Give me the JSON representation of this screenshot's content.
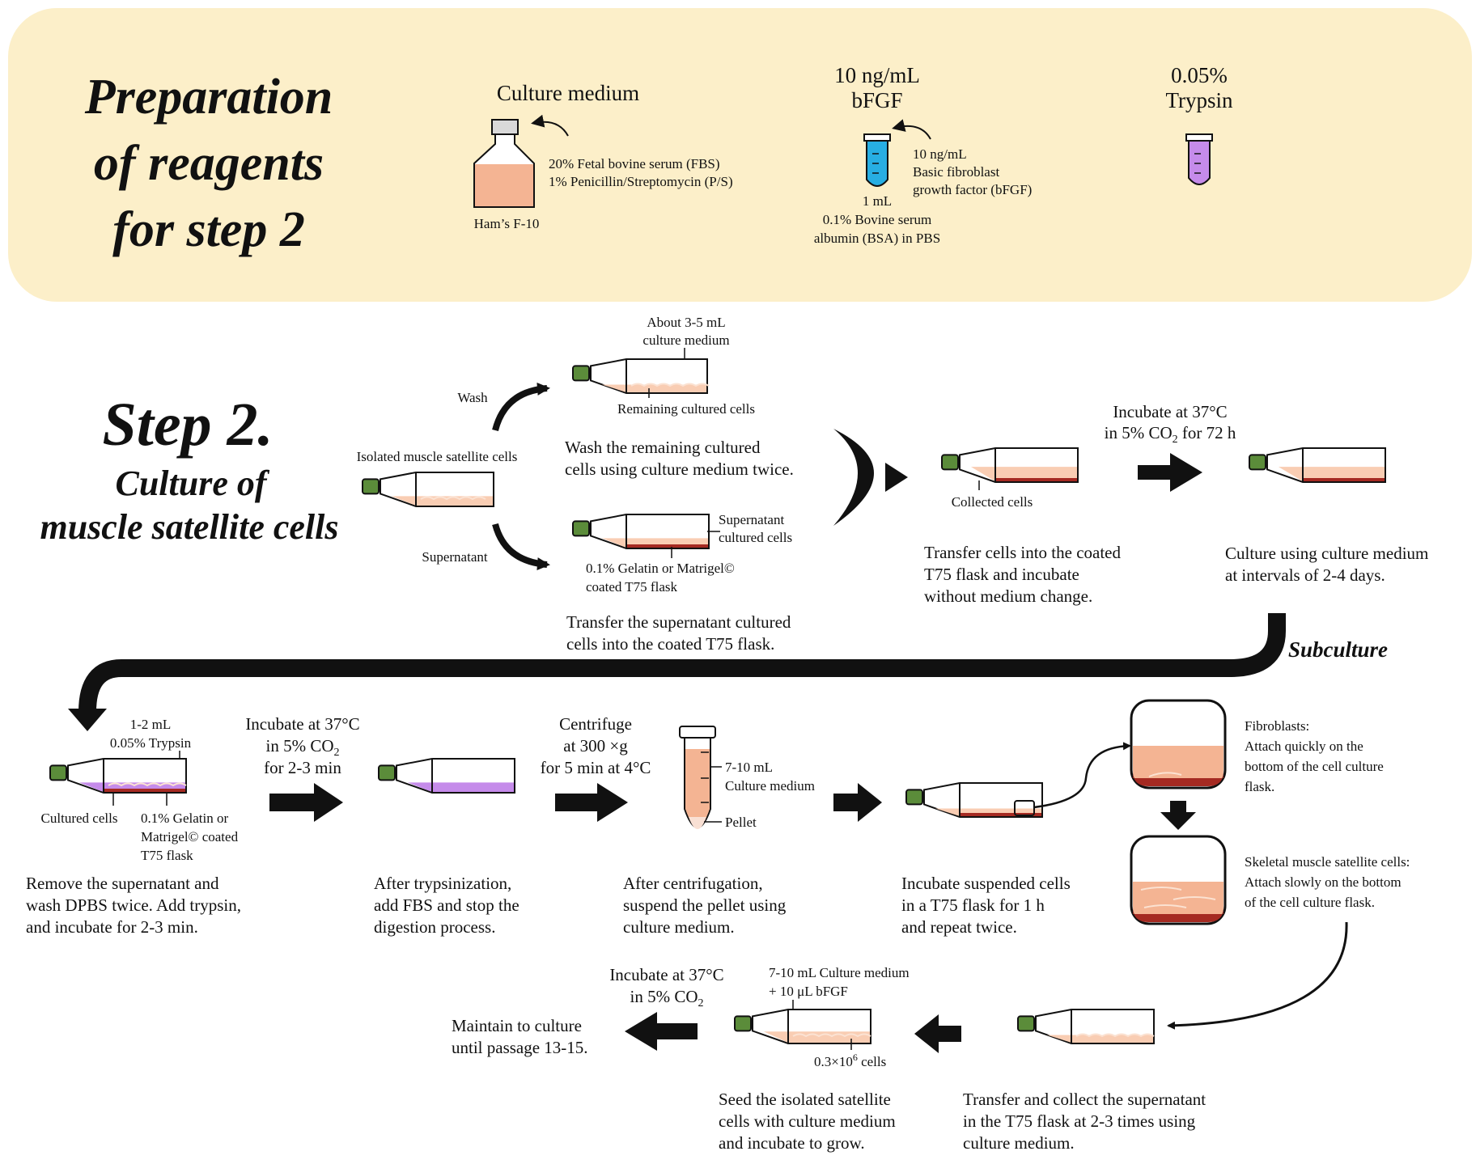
{
  "prep": {
    "title_lines": [
      "Preparation",
      "of reagents",
      "for step 2"
    ],
    "culture_medium": {
      "heading": "Culture medium",
      "bottle_label": "Ham’s F-10",
      "additives": [
        "20% Fetal bovine serum (FBS)",
        "1% Penicillin/Streptomycin (P/S)"
      ]
    },
    "bfgf": {
      "heading_lines": [
        "10 ng/mL",
        "bFGF"
      ],
      "desc_lines": [
        "10 ng/mL",
        "Basic fibroblast",
        "growth factor (bFGF)"
      ],
      "base_lines": [
        "1 mL",
        "0.1% Bovine serum",
        "albumin (BSA) in PBS"
      ]
    },
    "trypsin": {
      "heading_lines": [
        "0.05%",
        "Trypsin"
      ]
    }
  },
  "step2": {
    "title": "Step 2.",
    "subtitle_lines": [
      "Culture of",
      "muscle satellite cells"
    ],
    "isolated_label": "Isolated muscle satellite cells",
    "wash_label": "Wash",
    "supernatant_label": "Supernatant",
    "wash_flask_top_lines": [
      "About 3-5 mL",
      "culture medium"
    ],
    "wash_flask_bottom": "Remaining cultured cells",
    "wash_caption_lines": [
      "Wash the remaining cultured",
      "cells using culture medium twice."
    ],
    "super_flask_right_lines": [
      "Supernatant",
      "cultured cells"
    ],
    "super_flask_bottom_lines": [
      "0.1% Gelatin or Matrigel©",
      "coated T75 flask"
    ],
    "super_caption_lines": [
      "Transfer the supernatant cultured",
      "cells into the coated T75 flask."
    ],
    "collected_label": "Collected cells",
    "collected_caption_lines": [
      "Transfer cells into the coated",
      "T75 flask and incubate",
      "without medium change."
    ],
    "incubate72_lines": [
      "Incubate at 37°C",
      "in 5% CO",
      "2",
      " for 72 h"
    ],
    "culture_caption_lines": [
      "Culture using culture medium",
      "at intervals of 2-4 days."
    ],
    "subculture_label": "Subculture"
  },
  "row2": {
    "trypsin_flask_top_lines": [
      "1-2 mL",
      "0.05% Trypsin"
    ],
    "cultured_cells_label": "Cultured cells",
    "coated_label_lines": [
      "0.1% Gelatin or",
      "Matrigel© coated",
      "T75 flask"
    ],
    "remove_caption_lines": [
      "Remove the supernatant and",
      "wash DPBS twice. Add trypsin,",
      "and incubate for 2-3 min."
    ],
    "incubate_lines": [
      "Incubate at 37°C",
      "in 5% CO",
      "2",
      "for 2-3 min"
    ],
    "trypsin_caption_lines": [
      "After trypsinization,",
      "add FBS and stop the",
      "digestion process."
    ],
    "centrifuge_lines": [
      "Centrifuge",
      "at 300 ×g",
      "for 5 min at 4°C"
    ],
    "tube_medium_lines": [
      "7-10 mL",
      "Culture medium"
    ],
    "tube_pellet": "Pellet",
    "centrifuge_caption_lines": [
      "After centrifugation,",
      "suspend the pellet using",
      "culture medium."
    ],
    "suspended_caption_lines": [
      "Incubate suspended cells",
      "in a T75 flask for 1 h",
      "and repeat twice."
    ],
    "fibro_lines": [
      "Fibroblasts:",
      "Attach quickly on the",
      "bottom of the cell culture",
      "flask."
    ],
    "skeletal_lines": [
      "Skeletal muscle satellite cells:",
      "Attach slowly on the bottom",
      "of the cell culture flask."
    ]
  },
  "row3": {
    "maintain_caption_lines": [
      "Maintain to culture",
      "until passage 13-15."
    ],
    "incubate_lines": [
      "Incubate at 37°C",
      "in 5% CO",
      "2"
    ],
    "seed_top_lines": [
      "7-10 mL Culture medium",
      "+ 10 μL bFGF"
    ],
    "seed_cells_base": "0.3×10",
    "seed_cells_exp": "6",
    "seed_cells_unit": " cells",
    "seed_caption_lines": [
      "Seed the isolated satellite",
      "cells with culture medium",
      "and incubate to grow."
    ],
    "transfer_caption_lines": [
      "Transfer and collect the supernatant",
      "in the T75 flask at 2-3 times using",
      "culture medium."
    ]
  },
  "colors": {
    "panel": "#fcefc9",
    "medium": "#f4b493",
    "medium_light": "#f9cdb3",
    "cells": "#a52a22",
    "cap": "#5b8c3a",
    "bfgf": "#27aee3",
    "trypsin": "#c58bea",
    "arrow": "#111111"
  }
}
